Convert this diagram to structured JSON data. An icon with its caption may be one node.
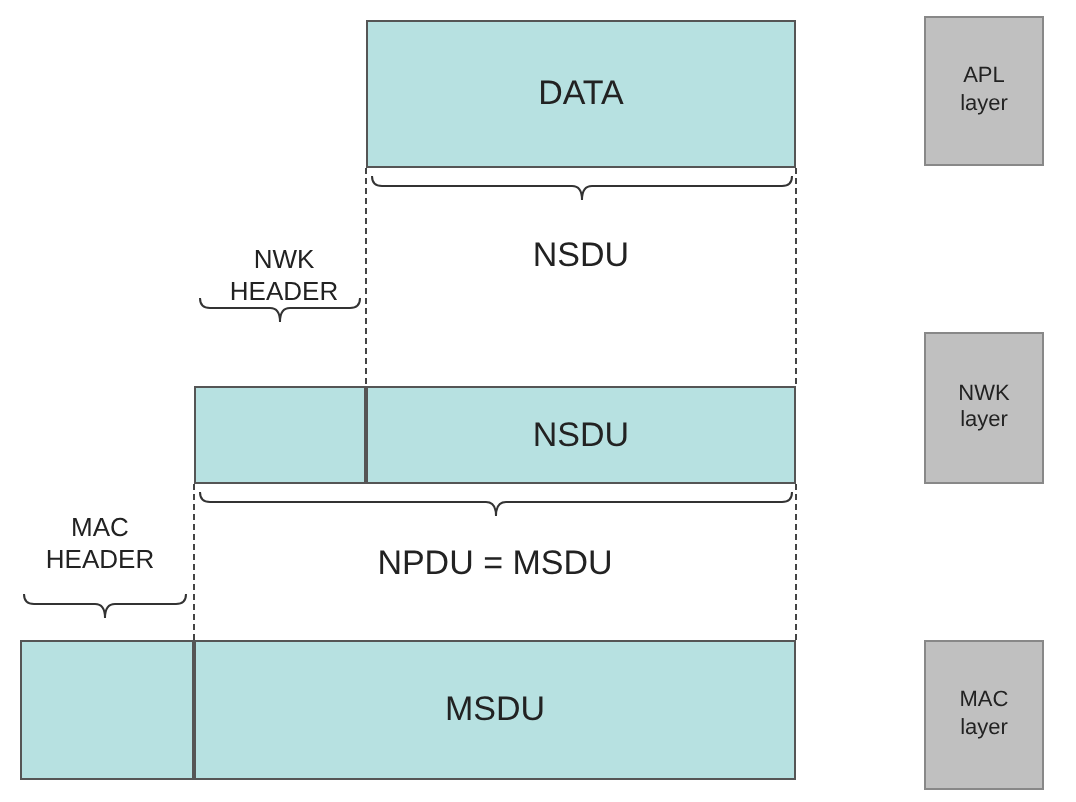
{
  "diagram": {
    "nodes": [
      {
        "text": [
          "DATA"
        ]
      },
      {
        "text": [],
        "shape": "box"
      },
      {
        "text": [
          "NSDU"
        ]
      },
      {
        "text": [],
        "shape": "box"
      },
      {
        "text": [
          "MSDU"
        ]
      },
      {
        "text": [
          "APL layer"
        ]
      },
      {
        "text": [
          "NWK layer"
        ]
      },
      {
        "text": [
          "MAC layer"
        ]
      }
    ],
    "edges": [],
    "labels": [
      "NWK HEADER",
      "NSDU",
      "NPDU = MSDU",
      "MAC HEADER"
    ]
  }
}
